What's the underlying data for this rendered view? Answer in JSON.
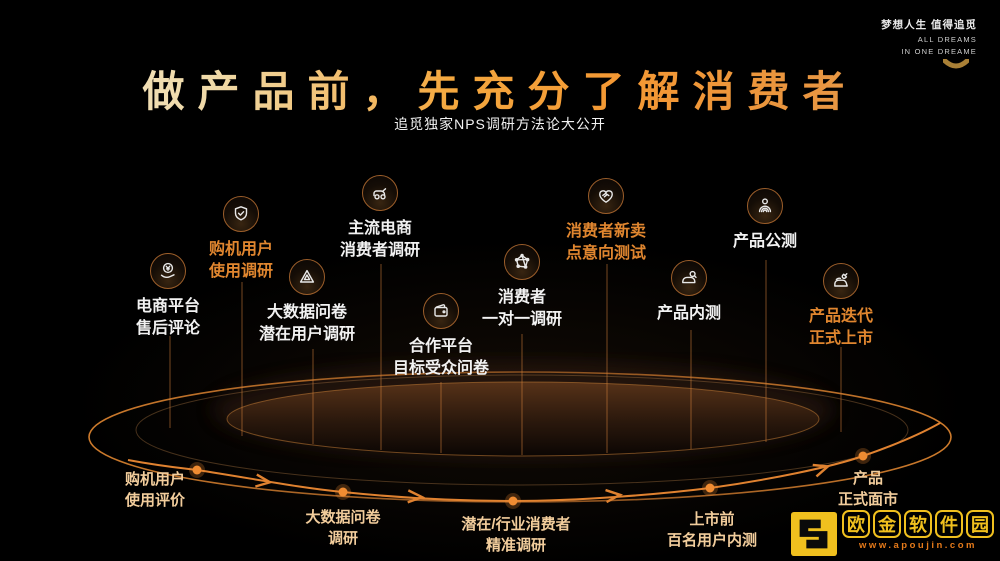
{
  "brand": {
    "tagline_cn": "梦想人生 值得追觅",
    "tagline_en_line1": "ALL DREAMS",
    "tagline_en_line2": "IN ONE DREAME"
  },
  "header": {
    "title": "做产品前，先充分了解消费者",
    "subtitle": "追觅独家NPS调研方法论大公开"
  },
  "nodes": [
    {
      "id": "ecommerce-aftersale",
      "icon": "hand-coin-icon",
      "line1": "电商平台",
      "line2": "售后评论",
      "highlight": false
    },
    {
      "id": "purchase-usage",
      "icon": "shield-check-icon",
      "line1": "购机用户",
      "line2": "使用调研",
      "highlight": true
    },
    {
      "id": "bigdata-potential",
      "icon": "triangle-icon",
      "line1": "大数据问卷",
      "line2": "潜在用户调研",
      "highlight": false
    },
    {
      "id": "mainstream-ecom",
      "icon": "cart-icon",
      "line1": "主流电商",
      "line2": "消费者调研",
      "highlight": false
    },
    {
      "id": "coop-platform",
      "icon": "wallet-icon",
      "line1": "合作平台",
      "line2": "目标受众问卷",
      "highlight": false
    },
    {
      "id": "consumer-1on1",
      "icon": "polygon-icon",
      "line1": "消费者",
      "line2": "一对一调研",
      "highlight": false
    },
    {
      "id": "selling-point-test",
      "icon": "handshake-icon",
      "line1": "消费者新卖",
      "line2": "点意向测试",
      "highlight": true
    },
    {
      "id": "product-internal",
      "icon": "vacuum-search-icon",
      "line1": "产品内测",
      "line2": "",
      "highlight": false
    },
    {
      "id": "product-public",
      "icon": "person-arc-icon",
      "line1": "产品公测",
      "line2": "",
      "highlight": false
    },
    {
      "id": "product-launch",
      "icon": "vacuum-plug-icon",
      "line1": "产品迭代",
      "line2": "正式上市",
      "highlight": true
    }
  ],
  "timeline": [
    {
      "line1": "购机用户",
      "line2": "使用评价"
    },
    {
      "line1": "大数据问卷",
      "line2": "调研"
    },
    {
      "line1": "潜在/行业消费者",
      "line2": "精准调研"
    },
    {
      "line1": "上市前",
      "line2": "百名用户内测"
    },
    {
      "line1": "产品",
      "line2": "正式面市"
    }
  ],
  "watermark": {
    "chars": [
      "欧",
      "金",
      "软",
      "件",
      "园"
    ],
    "url": "www.apoujin.com"
  },
  "colors": {
    "accent_orange": "#e0862f",
    "title_gradient_start": "#f3e8cd",
    "title_gradient_end": "#e2a057",
    "timeline_label": "#f2cd9c",
    "node_label_white": "#f2f2f2",
    "ellipse_ring": "#c9762e",
    "watermark_yellow": "#f0c01e",
    "watermark_url_orange": "#e57a1a",
    "brand_gold": "#a98036"
  }
}
